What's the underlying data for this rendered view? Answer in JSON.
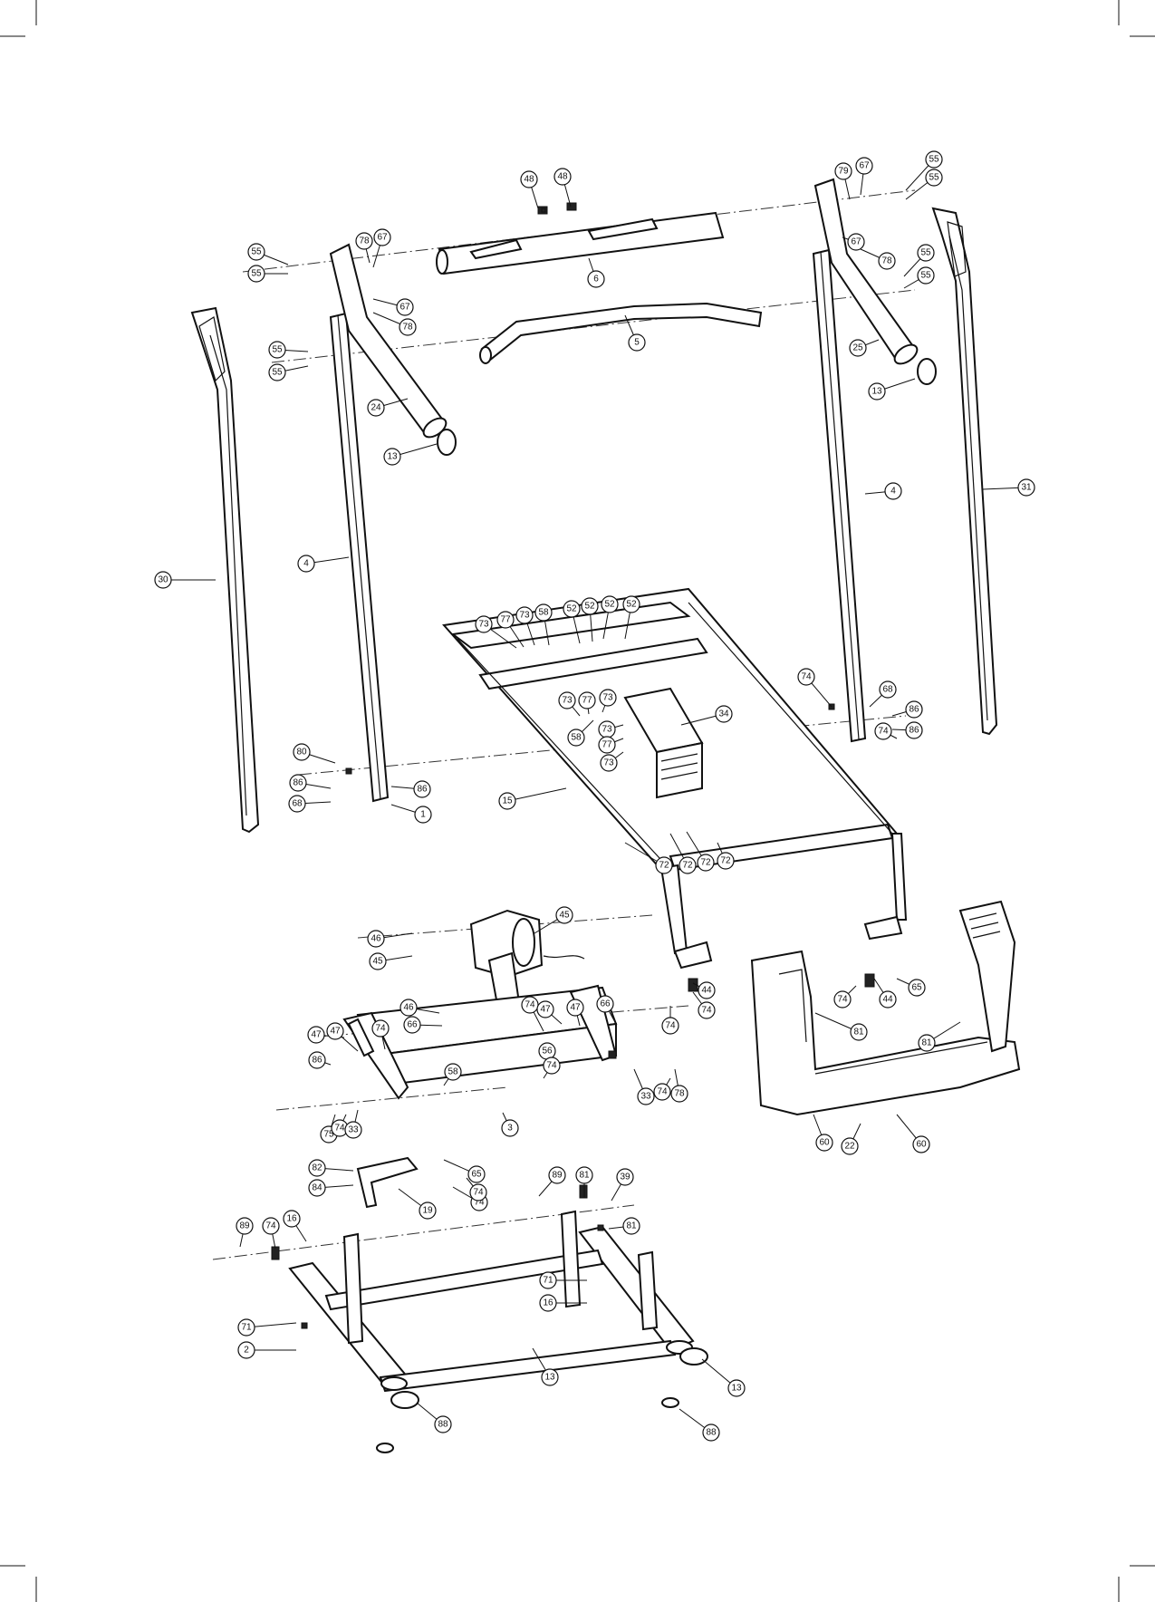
{
  "callouts": [
    "48",
    "48",
    "79",
    "67",
    "55",
    "55",
    "78",
    "67",
    "55",
    "55",
    "6",
    "67",
    "78",
    "67",
    "78",
    "55",
    "55",
    "5",
    "25",
    "55",
    "55",
    "24",
    "13",
    "13",
    "4",
    "4",
    "30",
    "31",
    "73",
    "77",
    "73",
    "58",
    "52",
    "52",
    "52",
    "52",
    "73",
    "77",
    "73",
    "58",
    "34",
    "73",
    "77",
    "73",
    "74",
    "68",
    "86",
    "86",
    "72",
    "72",
    "72",
    "72",
    "74",
    "80",
    "86",
    "68",
    "86",
    "1",
    "15",
    "45",
    "46",
    "45",
    "46",
    "66",
    "47",
    "47",
    "74",
    "74",
    "47",
    "47",
    "66",
    "86",
    "44",
    "74",
    "65",
    "44",
    "74",
    "74",
    "56",
    "74",
    "58",
    "33",
    "74",
    "78",
    "81",
    "81",
    "75",
    "74",
    "33",
    "3",
    "60",
    "22",
    "60",
    "82",
    "84",
    "65",
    "19",
    "74",
    "74",
    "89",
    "81",
    "39",
    "81",
    "89",
    "74",
    "16",
    "71",
    "16",
    "71",
    "2",
    "13",
    "13",
    "88",
    "88"
  ]
}
